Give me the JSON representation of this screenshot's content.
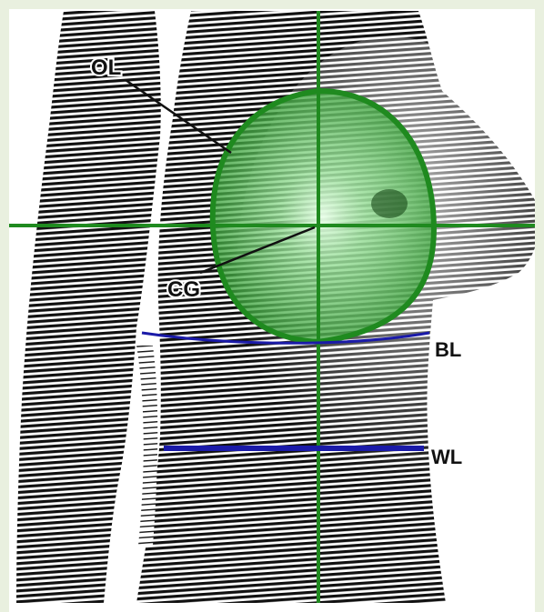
{
  "labels": {
    "ol": "OL",
    "cg": "CG",
    "bl": "BL",
    "wl": "WL"
  },
  "colors": {
    "background": "#e9f0df",
    "engraving": "#111111",
    "green_outline": "#1f8a1f",
    "green_fill": "#6fcf6f",
    "blue_line": "#1a1aa8",
    "label_text": "#111111"
  }
}
